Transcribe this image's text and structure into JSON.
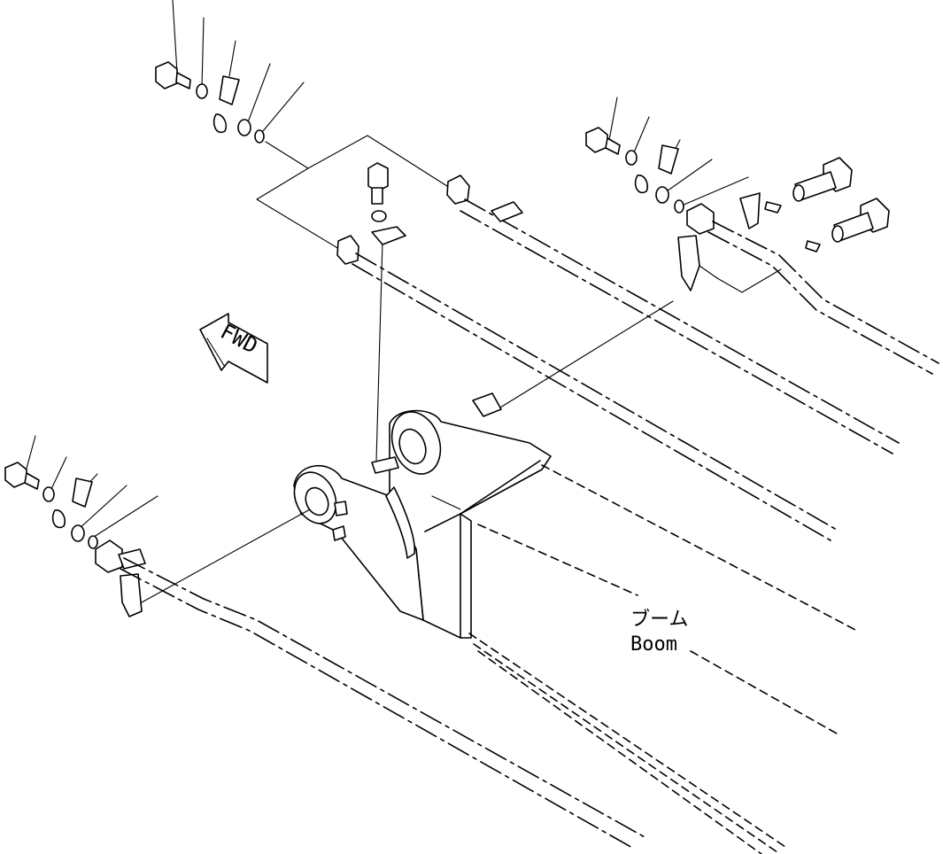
{
  "labels": {
    "boom_jp": "ブーム",
    "boom_en": "Boom",
    "fwd": "FWD"
  }
}
